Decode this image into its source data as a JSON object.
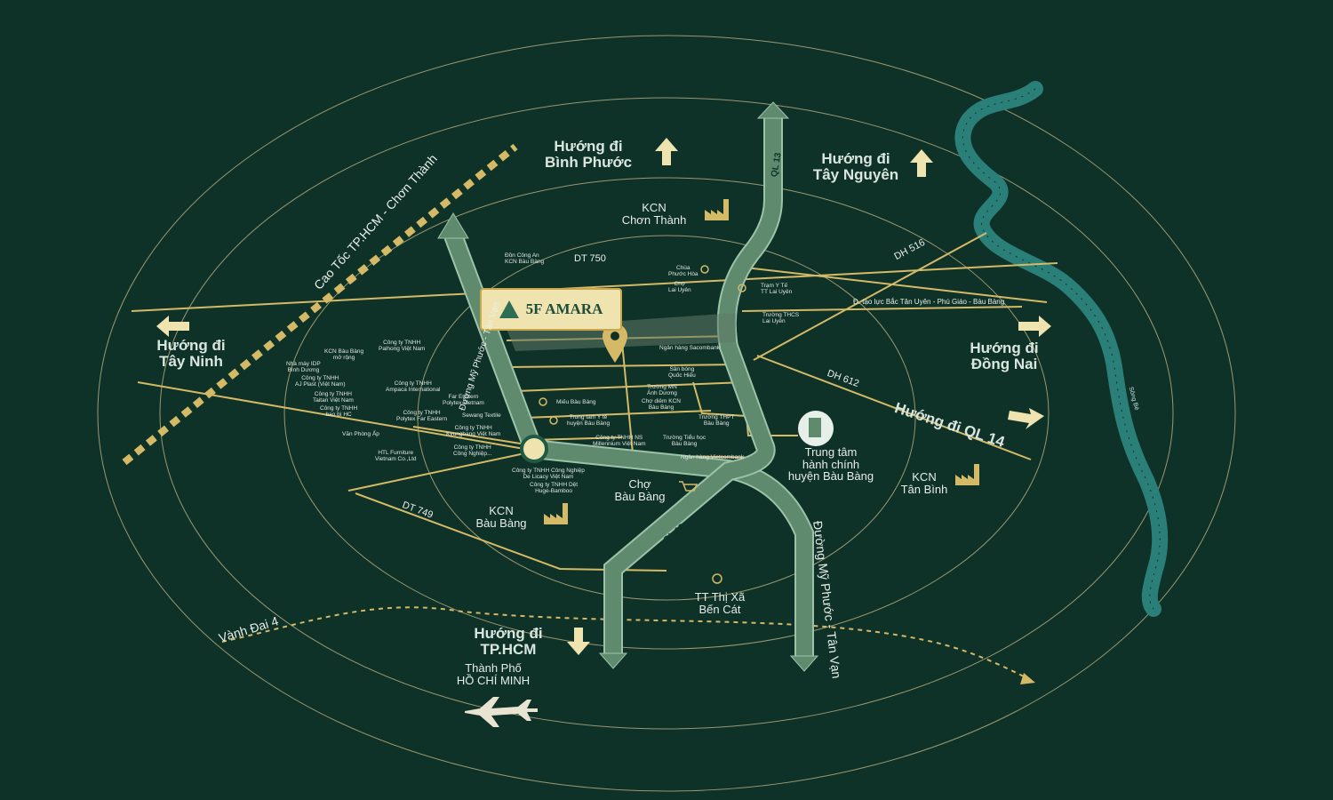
{
  "colors": {
    "background": "#0f3228",
    "highway": "#5f8a6e",
    "highway_edge": "#9cc3a8",
    "road_gold": "#d4b967",
    "river": "#2a7f78",
    "ring": "#c9b98a"
  },
  "brand": {
    "name": "5F AMARA"
  },
  "directions": {
    "binh_phuoc": [
      "Hướng đi",
      "Bình Phước"
    ],
    "tay_nguyen": [
      "Hướng đi",
      "Tây Nguyên"
    ],
    "tay_ninh": [
      "Hướng đi",
      "Tây Ninh"
    ],
    "dong_nai": [
      "Hướng đi",
      "Đồng Nai"
    ],
    "ql14": "Hướng đi QL 14",
    "tphcm": [
      "Hướng đi",
      "TP.HCM"
    ]
  },
  "roads": {
    "cao_toc": "Cao Tốc TP.HCM - Chơn Thành",
    "dt750": "DT 750",
    "dh516": "DH 516",
    "dh612": "DH 612",
    "dt749": "DT 749",
    "ql13_top": "QL 13",
    "ql13_bottom": "QL 13",
    "my_phuoc_left": "Đường Mỹ Phước - Tân Vạn",
    "my_phuoc_right": "Đường Mỹ Phước - Tân Vạn",
    "vanh_dai": "Vành Đai 4",
    "bac_tan_uyen": "Đ. tạo lực Bắc Tân Uyên - Phú Giáo - Bàu Bàng",
    "river": "Sông Bé"
  },
  "places": {
    "kcn_chon_thanh": [
      "KCN",
      "Chơn Thành"
    ],
    "kcn_tan_binh": [
      "KCN",
      "Tân Bình"
    ],
    "kcn_bau_bang": [
      "KCN",
      "Bàu Bàng"
    ],
    "cho_bau_bang": [
      "Chợ",
      "Bàu Bàng"
    ],
    "tt_ben_cat": [
      "TT Thị Xã",
      "Bến Cát"
    ],
    "hcm_city": [
      "Thành Phố",
      "HỒ CHÍ MINH"
    ],
    "trung_tam": [
      "Trung tâm",
      "hành chính",
      "huyện Bàu Bàng"
    ]
  },
  "small_labels": {
    "don_cong_an": [
      "Đồn Công An",
      "KCN Bàu Bàng"
    ],
    "chua": [
      "Chùa",
      "Phước Hòa"
    ],
    "cho_lai_uyen": [
      "Chợ",
      "Lai Uyên"
    ],
    "tram_y_te": [
      "Trạm Y Tế",
      "TT Lai Uyên"
    ],
    "truong_thcs": [
      "Trường THCS",
      "Lai Uyên"
    ],
    "sacombank": "Ngân hàng Sacombank",
    "san_bong": [
      "Sân bóng",
      "Quốc Hiếu"
    ],
    "truong_mn": [
      "Trường MN",
      "Ánh Dương"
    ],
    "cho_diem": [
      "Chợ diêm KCN",
      "Bàu Bàng"
    ],
    "mieu": "Miếu Bàu Bàng",
    "trung_tam_y_te": [
      "Trung tâm Y tế",
      "huyện Bàu Bàng"
    ],
    "thpt": [
      "Trường THPT",
      "Bàu Bàng"
    ],
    "tieu_hoc": [
      "Trường Tiểu học",
      "Bàu Bàng"
    ],
    "vietcombank": "Ngân hàng Vietcombank",
    "millennium": [
      "Công ty TNHH NS",
      "Millennium Việt Nam"
    ],
    "de_licacy": [
      "Công ty TNHH Công Nghiệp",
      "De Licacy Việt Nam"
    ],
    "huge_bamboo": [
      "Công ty TNHH Dệt",
      "Huge-Bamboo"
    ],
    "kcn_mo_rong": [
      "KCN Bàu Bàng",
      "mở rộng"
    ],
    "idp": [
      "Nhà máy IDP",
      "Bình Dương"
    ],
    "aj_plast": [
      "Công ty TNHH",
      "AJ Plast (Việt Nam)"
    ],
    "taitan": [
      "Công ty TNHH",
      "Taitan Việt Nam"
    ],
    "bao_bi": [
      "Công ty TNHH",
      "bao bì HC"
    ],
    "van_phong": "Văn Phòng Ấp",
    "htl": [
      "HTL Furniture",
      "Vietnam Co.,Ltd"
    ],
    "paihong": [
      "Công ty TNHH",
      "Paihong Việt Nam"
    ],
    "ampaca": [
      "Công ty TNHH",
      "Ampaca International"
    ],
    "far_eastern_vn": [
      "Far Eastern",
      "Polytex Vietnam"
    ],
    "polytex": [
      "Công ty TNHH",
      "Polytex Far Eastern"
    ],
    "sewang": "Sewang Textile",
    "kyungbang": [
      "Công ty TNHH",
      "Kyungbang Việt Nam"
    ],
    "cong_nghiep": [
      "Công ty TNHH",
      "Công Nghiệp..."
    ]
  }
}
